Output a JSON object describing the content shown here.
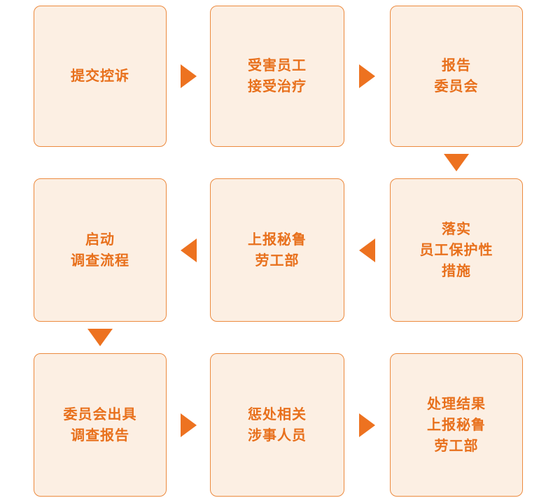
{
  "diagram": {
    "type": "flowchart",
    "colors": {
      "box_fill": "#FCEFE3",
      "box_border": "#EC8A3E",
      "text": "#E8701C",
      "arrow": "#ED7220",
      "page_bg": "#FFFFFF"
    },
    "steps": [
      {
        "id": 1,
        "label": "提交控诉"
      },
      {
        "id": 2,
        "label": "受害员工\n接受治疗"
      },
      {
        "id": 3,
        "label": "报告\n委员会"
      },
      {
        "id": 4,
        "label": "落实\n员工保护性\n措施"
      },
      {
        "id": 5,
        "label": "上报秘鲁\n劳工部"
      },
      {
        "id": 6,
        "label": "启动\n调查流程"
      },
      {
        "id": 7,
        "label": "委员会出具\n调查报告"
      },
      {
        "id": 8,
        "label": "惩处相关\n涉事人员"
      },
      {
        "id": 9,
        "label": "处理结果\n上报秘鲁\n劳工部"
      }
    ],
    "arrows": [
      {
        "from": 1,
        "to": 2,
        "direction": "right"
      },
      {
        "from": 2,
        "to": 3,
        "direction": "right"
      },
      {
        "from": 3,
        "to": 4,
        "direction": "down"
      },
      {
        "from": 4,
        "to": 5,
        "direction": "left"
      },
      {
        "from": 5,
        "to": 6,
        "direction": "left"
      },
      {
        "from": 6,
        "to": 7,
        "direction": "down"
      },
      {
        "from": 7,
        "to": 8,
        "direction": "right"
      },
      {
        "from": 8,
        "to": 9,
        "direction": "right"
      }
    ]
  }
}
